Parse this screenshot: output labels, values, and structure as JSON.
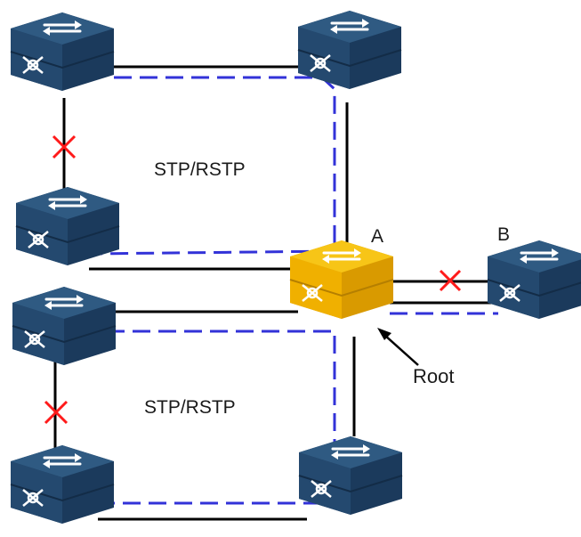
{
  "diagram": {
    "segments": [
      {
        "label": "STP/RSTP"
      },
      {
        "label": "STP/RSTP"
      }
    ],
    "labels": {
      "switch_a": "A",
      "switch_b": "B",
      "root": "Root"
    },
    "colors": {
      "link": "#000000",
      "dashed_path": "#3232d8",
      "blocked_mark": "#ff1a1a",
      "switch_top": "#2f5a82",
      "switch_side": "#1b3a5c",
      "root_top": "#f7c517",
      "root_side": "#d99a00",
      "arrow_glyph": "#ffffff"
    },
    "icons": {
      "switch": "network-switch-icon",
      "blocked": "blocked-port-x-icon"
    }
  }
}
